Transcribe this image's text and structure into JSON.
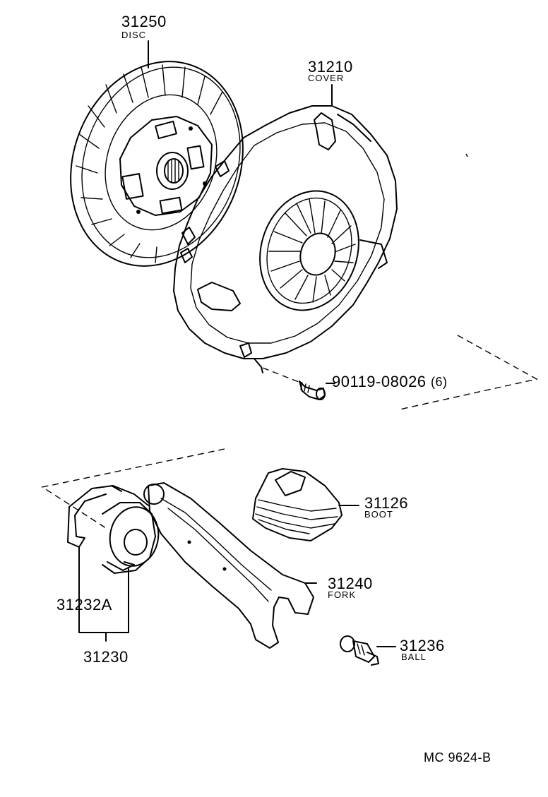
{
  "parts": {
    "disc": {
      "number": "31250",
      "name": "DISC"
    },
    "cover": {
      "number": "31210",
      "name": "COVER"
    },
    "bolt": {
      "number": "90119-08026",
      "qty": "(6)"
    },
    "boot": {
      "number": "31126",
      "name": "BOOT"
    },
    "fork": {
      "number": "31240",
      "name": "FORK"
    },
    "ball": {
      "number": "31236",
      "name": "BALL"
    },
    "hub": {
      "number": "31232A"
    },
    "bearing_assy": {
      "number": "31230"
    }
  },
  "diagram_ref": "MC  9624-B"
}
